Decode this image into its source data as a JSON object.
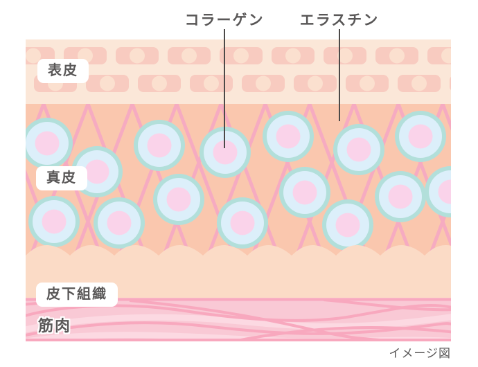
{
  "figure": {
    "caption": "イメージ図"
  },
  "annotations": {
    "collagen": {
      "label": "コラーゲン"
    },
    "elastin": {
      "label": "エラスチン"
    }
  },
  "layers": {
    "epidermis": {
      "label": "表皮"
    },
    "dermis": {
      "label": "真皮"
    },
    "subcutaneous": {
      "label": "皮下組織"
    },
    "muscle": {
      "label": "筋肉"
    }
  },
  "colors": {
    "label_text": "#595757",
    "pointer_line": "#4c4948",
    "badge_bg": "#ffffff",
    "epidermis_bg": "#fbe7d8",
    "epidermis_cell": "#f8cbc0",
    "epidermis_cell_dot": "#fbe0cf",
    "dermis_bg": "#fac7ae",
    "elastin_fiber": "#f6abc1",
    "collagen_ring": "#b2dfda",
    "collagen_body": "#dceffa",
    "collagen_core": "#fad3ea",
    "subcutaneous_bg": "#fbdbc6",
    "muscle_bg": "#f9c9d5",
    "muscle_fiber_dark": "#f8a8be",
    "muscle_fiber_light": "#fcd9e2"
  },
  "collagen_cells": [
    [
      31,
      150
    ],
    [
      103,
      191
    ],
    [
      193,
      153
    ],
    [
      288,
      163
    ],
    [
      379,
      140
    ],
    [
      481,
      159
    ],
    [
      570,
      140
    ],
    [
      41,
      263
    ],
    [
      135,
      265
    ],
    [
      221,
      231
    ],
    [
      313,
      265
    ],
    [
      403,
      221
    ],
    [
      465,
      268
    ],
    [
      541,
      227
    ],
    [
      613,
      220
    ]
  ]
}
